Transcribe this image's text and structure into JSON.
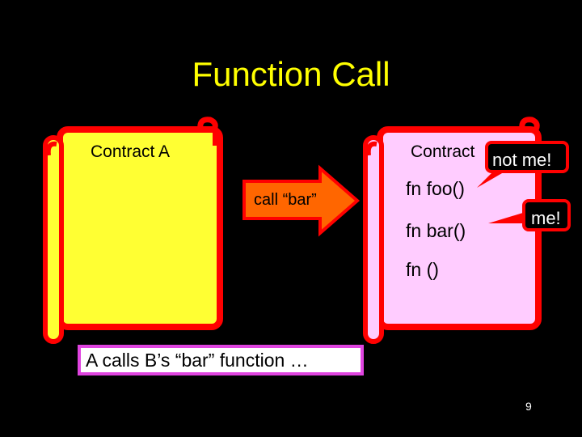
{
  "title": "Function Call",
  "contract_a": {
    "label": "Contract A",
    "fill": "#ffff33"
  },
  "contract_b": {
    "label": "Contract",
    "fill": "#ffccff",
    "functions": [
      "fn foo()",
      "fn bar()",
      "fn ()"
    ]
  },
  "call_arrow": {
    "label": "call “bar”",
    "fill": "#ff6600"
  },
  "callouts": {
    "not_me": "not me!",
    "me": "me!"
  },
  "caption": "A calls B’s “bar” function …",
  "page_number": "9",
  "colors": {
    "background": "#000000",
    "title": "#ffff00",
    "scroll_border": "#ff0000",
    "callout": "#ff0000"
  }
}
